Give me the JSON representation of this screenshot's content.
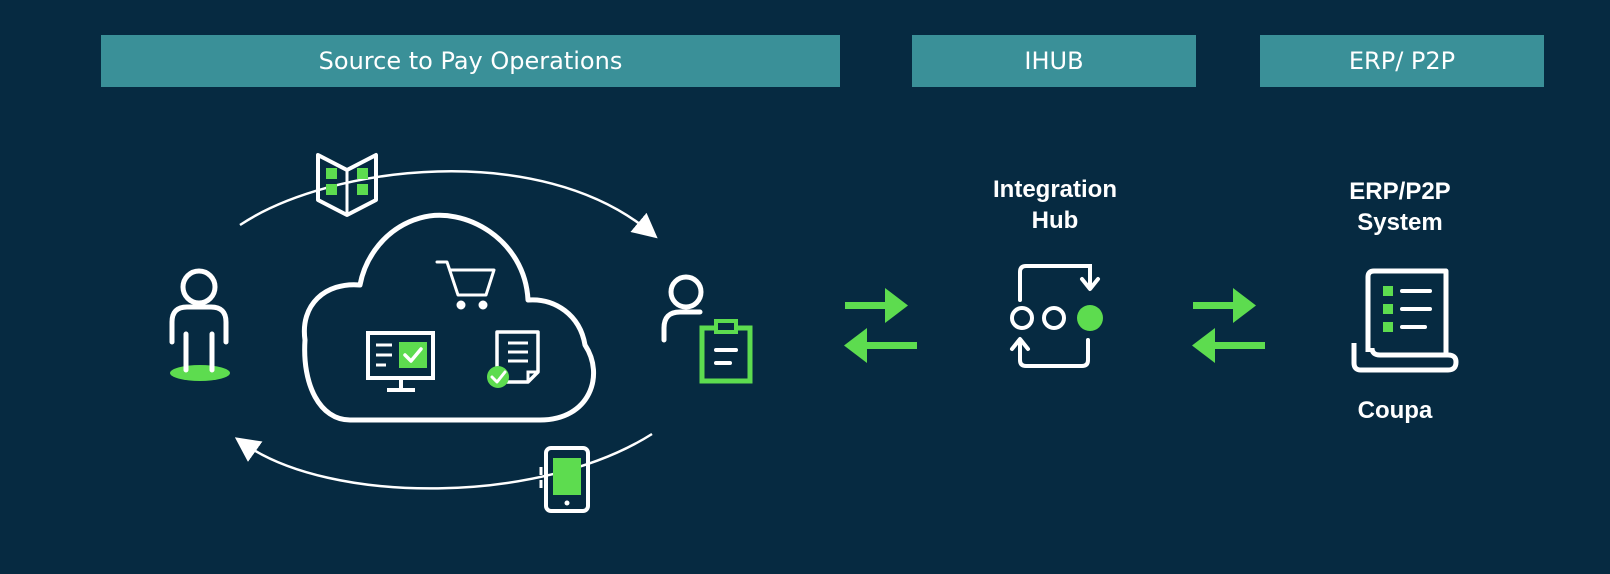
{
  "colors": {
    "background": "#062a41",
    "header_bar": "#3a9098",
    "accent_green": "#5ddc4f",
    "line_white": "#ffffff"
  },
  "headers": {
    "source_to_pay": "Source to Pay Operations",
    "ihub": "IHUB",
    "erp": "ERP/ P2P"
  },
  "nodes": {
    "integration_hub": "Integration\nHub",
    "erp_system": "ERP/P2P\nSystem",
    "coupa": "Coupa"
  },
  "icons": [
    "user-icon",
    "catalog-book-icon",
    "cloud-icon",
    "shopping-cart-icon",
    "monitor-check-icon",
    "document-check-icon",
    "user-clipboard-icon",
    "mobile-phone-icon",
    "exchange-arrows-icon",
    "integration-hub-icon",
    "receipt-document-icon"
  ]
}
